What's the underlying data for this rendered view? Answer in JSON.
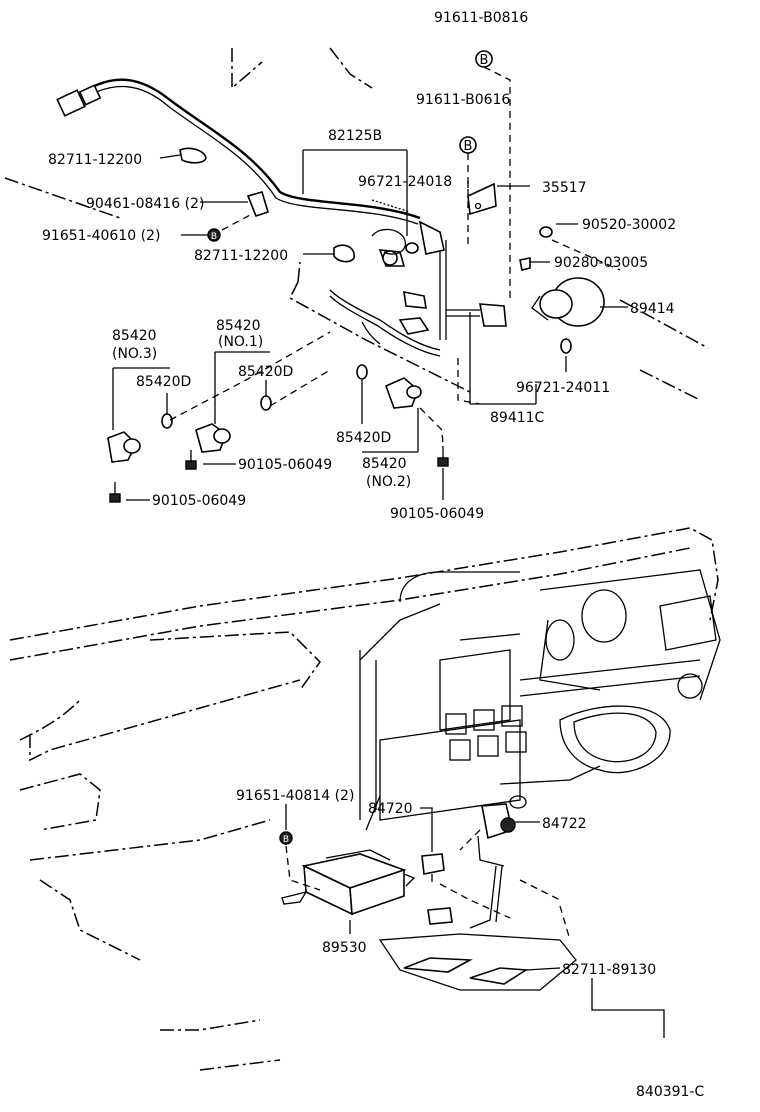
{
  "diagram_id": "840391-C",
  "badge_letter": "B",
  "parts": [
    {
      "key": "p91611_b0816",
      "number": "91611-B0816"
    },
    {
      "key": "p91611_b0616",
      "number": "91611-B0616"
    },
    {
      "key": "p82125b",
      "number": "82125B"
    },
    {
      "key": "p82711_12200_a",
      "number": "82711-12200"
    },
    {
      "key": "p96721_24018",
      "number": "96721-24018"
    },
    {
      "key": "p35517",
      "number": "35517"
    },
    {
      "key": "p90461_08416",
      "number": "90461-08416 (2)"
    },
    {
      "key": "p91651_40610",
      "number": "91651-40610 (2)"
    },
    {
      "key": "p82711_12200_b",
      "number": "82711-12200"
    },
    {
      "key": "p90520_30002",
      "number": "90520-30002"
    },
    {
      "key": "p90280_03005",
      "number": "90280-03005"
    },
    {
      "key": "p89414",
      "number": "89414"
    },
    {
      "key": "p85420_no3",
      "number": "85420"
    },
    {
      "key": "p85420_no3_sub",
      "number": "(NO.3)"
    },
    {
      "key": "p85420_no1",
      "number": "85420"
    },
    {
      "key": "p85420_no1_sub",
      "number": "(NO.1)"
    },
    {
      "key": "p85420d_a",
      "number": "85420D"
    },
    {
      "key": "p85420d_b",
      "number": "85420D"
    },
    {
      "key": "p96721_24011",
      "number": "96721-24011"
    },
    {
      "key": "p89411c",
      "number": "89411C"
    },
    {
      "key": "p85420d_c",
      "number": "85420D"
    },
    {
      "key": "p85420_no2",
      "number": "85420"
    },
    {
      "key": "p85420_no2_sub",
      "number": "(NO.2)"
    },
    {
      "key": "p90105_06049_a",
      "number": "90105-06049"
    },
    {
      "key": "p90105_06049_b",
      "number": "90105-06049"
    },
    {
      "key": "p90105_06049_c",
      "number": "90105-06049"
    },
    {
      "key": "p91651_40814",
      "number": "91651-40814 (2)"
    },
    {
      "key": "p84720",
      "number": "84720"
    },
    {
      "key": "p84722",
      "number": "84722"
    },
    {
      "key": "p89530",
      "number": "89530"
    },
    {
      "key": "p82711_89130",
      "number": "82711-89130"
    }
  ]
}
